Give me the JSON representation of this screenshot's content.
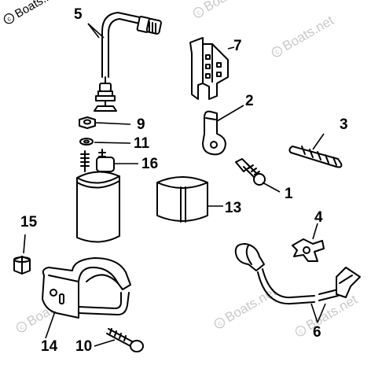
{
  "watermark": {
    "copyright_symbol": "c",
    "text": "Boats.net"
  },
  "callouts": [
    {
      "id": "p5",
      "label": "5"
    },
    {
      "id": "p7",
      "label": "7"
    },
    {
      "id": "p2",
      "label": "2"
    },
    {
      "id": "p3",
      "label": "3"
    },
    {
      "id": "p9",
      "label": "9"
    },
    {
      "id": "p11",
      "label": "11"
    },
    {
      "id": "p16",
      "label": "16"
    },
    {
      "id": "p1",
      "label": "1"
    },
    {
      "id": "p13",
      "label": "13"
    },
    {
      "id": "p15",
      "label": "15"
    },
    {
      "id": "p4",
      "label": "4"
    },
    {
      "id": "p14",
      "label": "14"
    },
    {
      "id": "p10",
      "label": "10"
    },
    {
      "id": "p6",
      "label": "6"
    }
  ]
}
